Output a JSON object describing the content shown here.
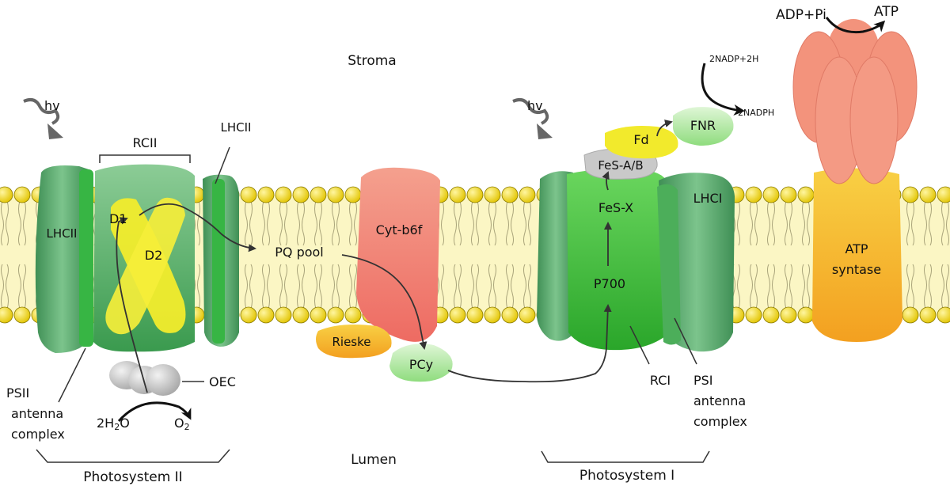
{
  "regions": {
    "stroma": "Stroma",
    "lumen": "Lumen"
  },
  "light": {
    "hv_left": "hv",
    "hv_right": "hv"
  },
  "psii": {
    "lhcii_left": "LHCII",
    "lhcii_right": "LHCII",
    "rcii": "RCII",
    "d1": "D1",
    "d2": "D2",
    "oec": "OEC",
    "water": "2H",
    "water_sub": "2",
    "water_tail": "O",
    "oxygen": "O",
    "oxygen_sub": "2",
    "antenna_line1": "PSII",
    "antenna_line2": "antenna",
    "antenna_line3": "complex",
    "system_label": "Photosystem II"
  },
  "carriers": {
    "pq_pool": "PQ pool",
    "cyt": "Cyt-b6f",
    "rieske": "Rieske",
    "pcy": "PCy"
  },
  "psi": {
    "p700": "P700",
    "fes_x": "FeS-X",
    "fes_ab": "FeS-A/B",
    "fd": "Fd",
    "fnr": "FNR",
    "nadp_in": "2NADP+2H",
    "nadph_out": "2NADPH",
    "lhci": "LHCI",
    "rci": "RCI",
    "antenna_line1": "PSI",
    "antenna_line2": "antenna",
    "antenna_line3": "complex",
    "system_label": "Photosystem I"
  },
  "atp": {
    "adp": "ADP+Pi",
    "atp": "ATP",
    "synthase_line1": "ATP",
    "synthase_line2": "syntase"
  },
  "colors": {
    "membrane_fill": "#fbf6c4",
    "lipid_head": "#f2e21e",
    "psii_green": "#5fa86a",
    "psi_green": "#3fbf3a",
    "cyt": "#f2917c",
    "d1d2": "#f3ec2a",
    "atp_head": "#f19a86",
    "atp_stalk": "#f6b528"
  }
}
